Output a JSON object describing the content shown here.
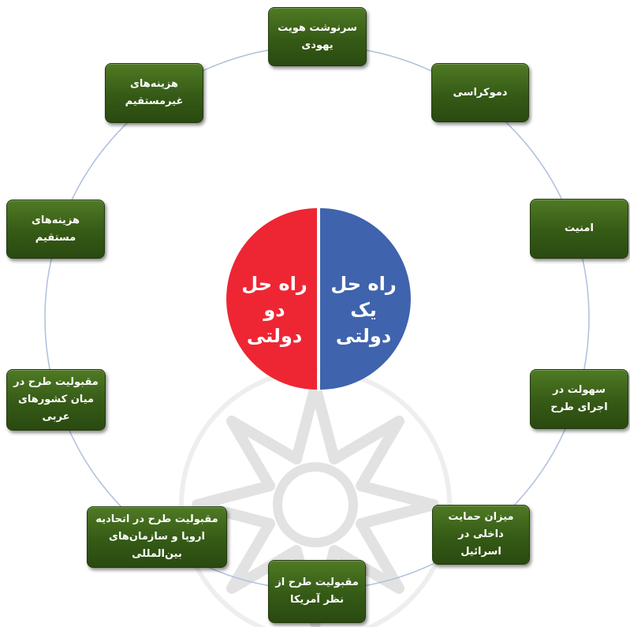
{
  "center": {
    "left_label": "راه حل\nدو\nدولتی",
    "right_label": "راه حل\nیک\nدولتی",
    "left_color": "#ee2634",
    "right_color": "#3f63ad"
  },
  "ring_color": "#aebfdd",
  "node_color": "#3b6219",
  "nodes": {
    "identity": "سرنوشت هویت یهودی",
    "democracy": "دموکراسی",
    "security": "امنیت",
    "ease": "سهولت در اجرای طرح",
    "domestic": "میزان حمایت داخلی در اسرائیل",
    "america": "مقبولیت طرح از نظر آمریکا",
    "europe": "مقبولیت طرح در اتحادیه اروپا و سازمان‌های بین‌المللی",
    "arab": "مقبولیت طرح در میان کشورهای عربی",
    "direct_costs": "هزینه‌های مستقیم",
    "indirect_costs": "هزینه‌های غیرمستقیم"
  }
}
